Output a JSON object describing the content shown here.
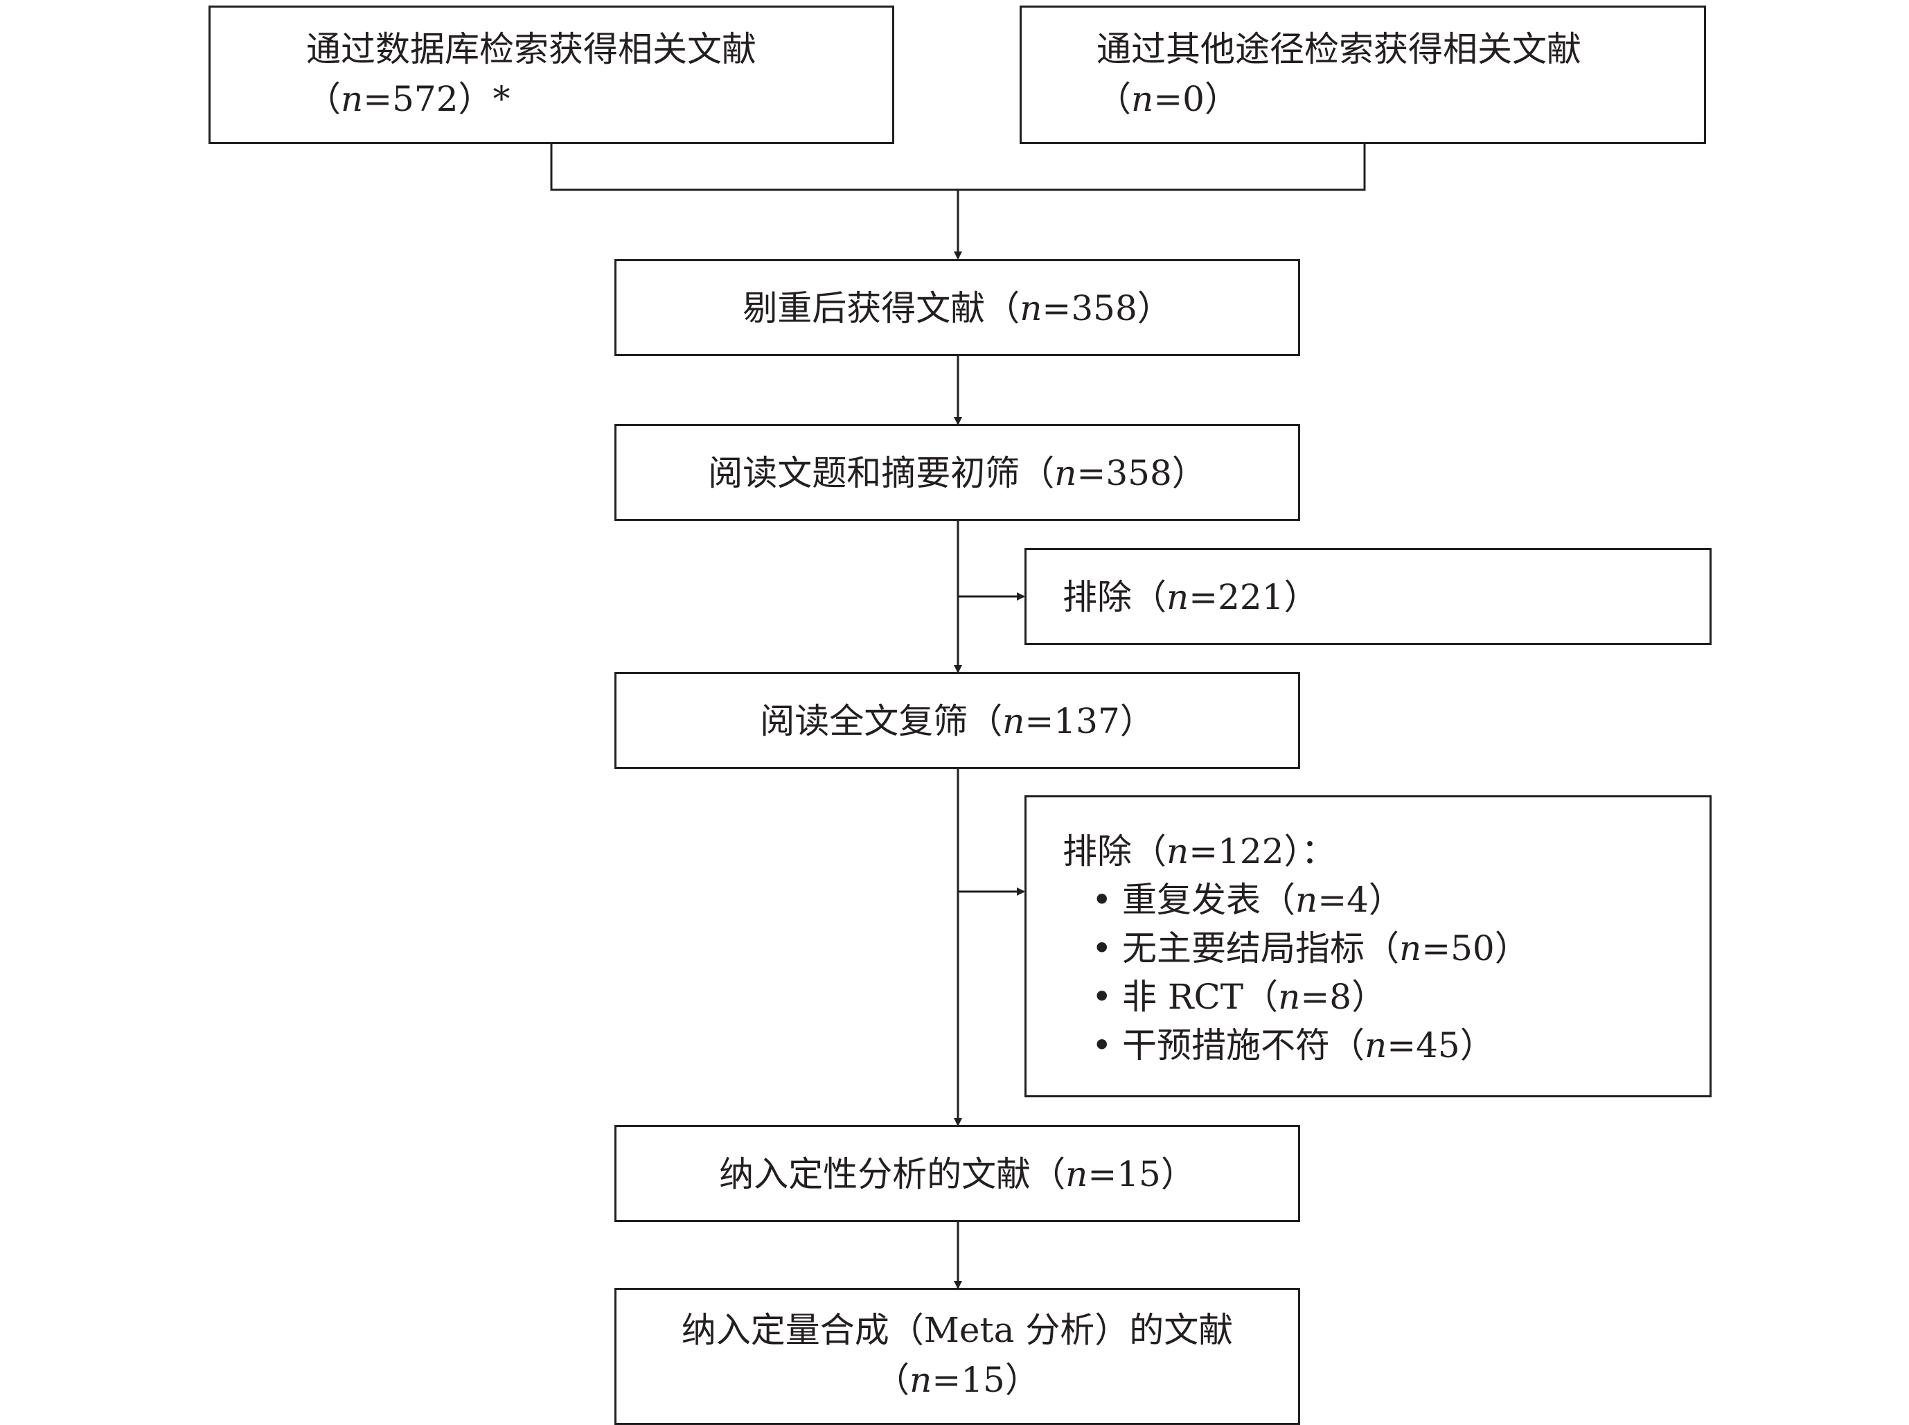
{
  "boxes": {
    "db_search": {
      "line1": "通过数据库检索获得相关文献",
      "line2_open": "（",
      "n_label": "n",
      "line2_rest": "=572）*"
    },
    "other_search": {
      "line1": "通过其他途径检索获得相关文献",
      "line2_open": "（",
      "n_label": "n",
      "line2_rest": "=0）"
    },
    "dedup": {
      "text": "剔重后获得文献",
      "open": "（",
      "n_label": "n",
      "rest": "=358）"
    },
    "title_abstract": {
      "text": "阅读文题和摘要初筛",
      "open": "（",
      "n_label": "n",
      "rest": "=358）"
    },
    "excluded_1": {
      "text": "排除",
      "open": "（",
      "n_label": "n",
      "rest": "=221）"
    },
    "fulltext": {
      "text": "阅读全文复筛",
      "open": "（",
      "n_label": "n",
      "rest": "=137）"
    },
    "excluded_2": {
      "text": "排除",
      "open": "（",
      "n_label": "n",
      "rest": "=122）：",
      "bullet_char": "•",
      "items": [
        {
          "text": "重复发表",
          "open": "（",
          "n_label": "n",
          "rest": "=4）"
        },
        {
          "text": "无主要结局指标",
          "open": "（",
          "n_label": "n",
          "rest": "=50）"
        },
        {
          "text": "非 RCT",
          "open": "（",
          "n_label": "n",
          "rest": "=8）"
        },
        {
          "text": "干预措施不符",
          "open": "（",
          "n_label": "n",
          "rest": "=45）"
        }
      ]
    },
    "qualitative": {
      "text": "纳入定性分析的文献",
      "open": "（",
      "n_label": "n",
      "rest": "=15）"
    },
    "quantitative": {
      "line1": "纳入定量合成（Meta 分析）的文献",
      "line2_open": "（",
      "n_label": "n",
      "line2_rest": "=15）"
    }
  }
}
